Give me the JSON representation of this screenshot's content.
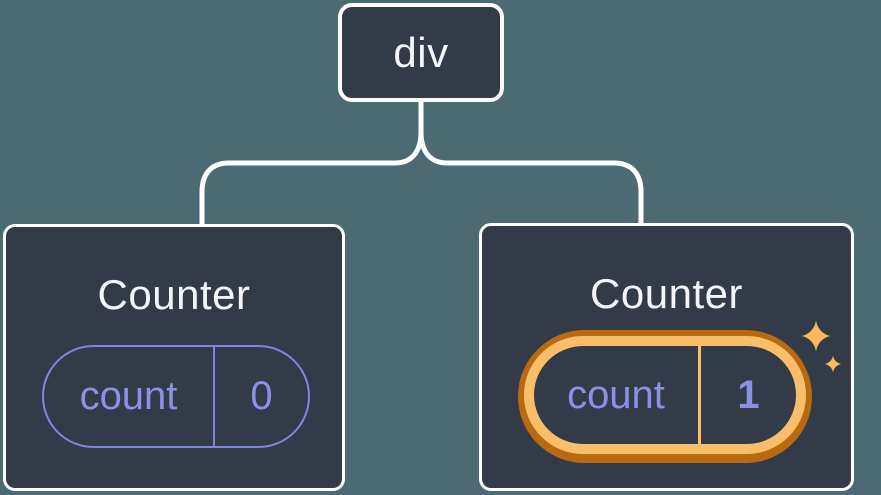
{
  "diagram": {
    "description": "Component tree: a div root with two Counter children; the second Counter's state is highlighted",
    "root": {
      "label": "div"
    },
    "children": [
      {
        "title": "Counter",
        "state": {
          "key": "count",
          "value": "0"
        },
        "highlighted": false
      },
      {
        "title": "Counter",
        "state": {
          "key": "count",
          "value": "1"
        },
        "highlighted": true
      }
    ]
  },
  "colors": {
    "bg_teal": "#4c6a73",
    "node_fill": "#343b48",
    "node_border": "#ffffff",
    "connector": "#ffffff",
    "accent_purple": "#7f86de",
    "text_purple": "#8b91e5",
    "orange_dark": "#b96a10",
    "orange_light": "#f9be69",
    "sparkle": "#f8b85f",
    "title_text": "#f4f5f7"
  }
}
